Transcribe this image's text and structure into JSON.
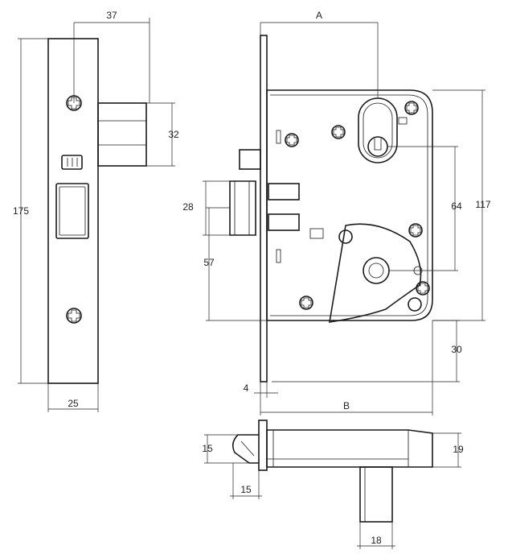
{
  "drawing": {
    "dimensions": {
      "faceplate_offset": "37",
      "deadbolt_height": "32",
      "total_height": "175",
      "faceplate_width": "25",
      "A": "A",
      "height_117": "117",
      "latch_height": "28",
      "center_64": "64",
      "center_57": "57",
      "bottom_30": "30",
      "faceplate_thickness": "4",
      "B": "B",
      "bottom_height_15": "15",
      "bottom_width_15": "15",
      "bottom_height_19": "19",
      "spindle_18": "18"
    }
  },
  "colors": {
    "line": "#1a1a1a",
    "background": "#ffffff"
  }
}
